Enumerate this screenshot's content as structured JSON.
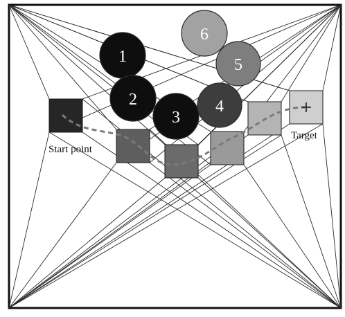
{
  "colors": {
    "background": "#ffffff",
    "frame": "#111111",
    "sight_lines": "#2a2a2a",
    "path": "#7a7a7a",
    "target_mark": "#222222",
    "number_text": "#ffffff"
  },
  "labels": {
    "start": "Start point",
    "target": "Target"
  },
  "target_marker": "+",
  "obstacles": [
    {
      "number": "1",
      "color": "#0e0e0e"
    },
    {
      "number": "2",
      "color": "#0e0e0e"
    },
    {
      "number": "3",
      "color": "#0e0e0e"
    },
    {
      "number": "4",
      "color": "#3d3d3d"
    },
    {
      "number": "5",
      "color": "#7e7e7e"
    },
    {
      "number": "6",
      "color": "#a2a2a2"
    }
  ],
  "waypoints": [
    {
      "name": "start",
      "color": "#262626"
    },
    {
      "name": "waypoint-1",
      "color": "#5e5e5e"
    },
    {
      "name": "waypoint-2",
      "color": "#6b6b6b"
    },
    {
      "name": "waypoint-3",
      "color": "#9a9a9a"
    },
    {
      "name": "waypoint-4",
      "color": "#b4b4b4"
    },
    {
      "name": "target",
      "color": "#cfcfcf"
    }
  ]
}
